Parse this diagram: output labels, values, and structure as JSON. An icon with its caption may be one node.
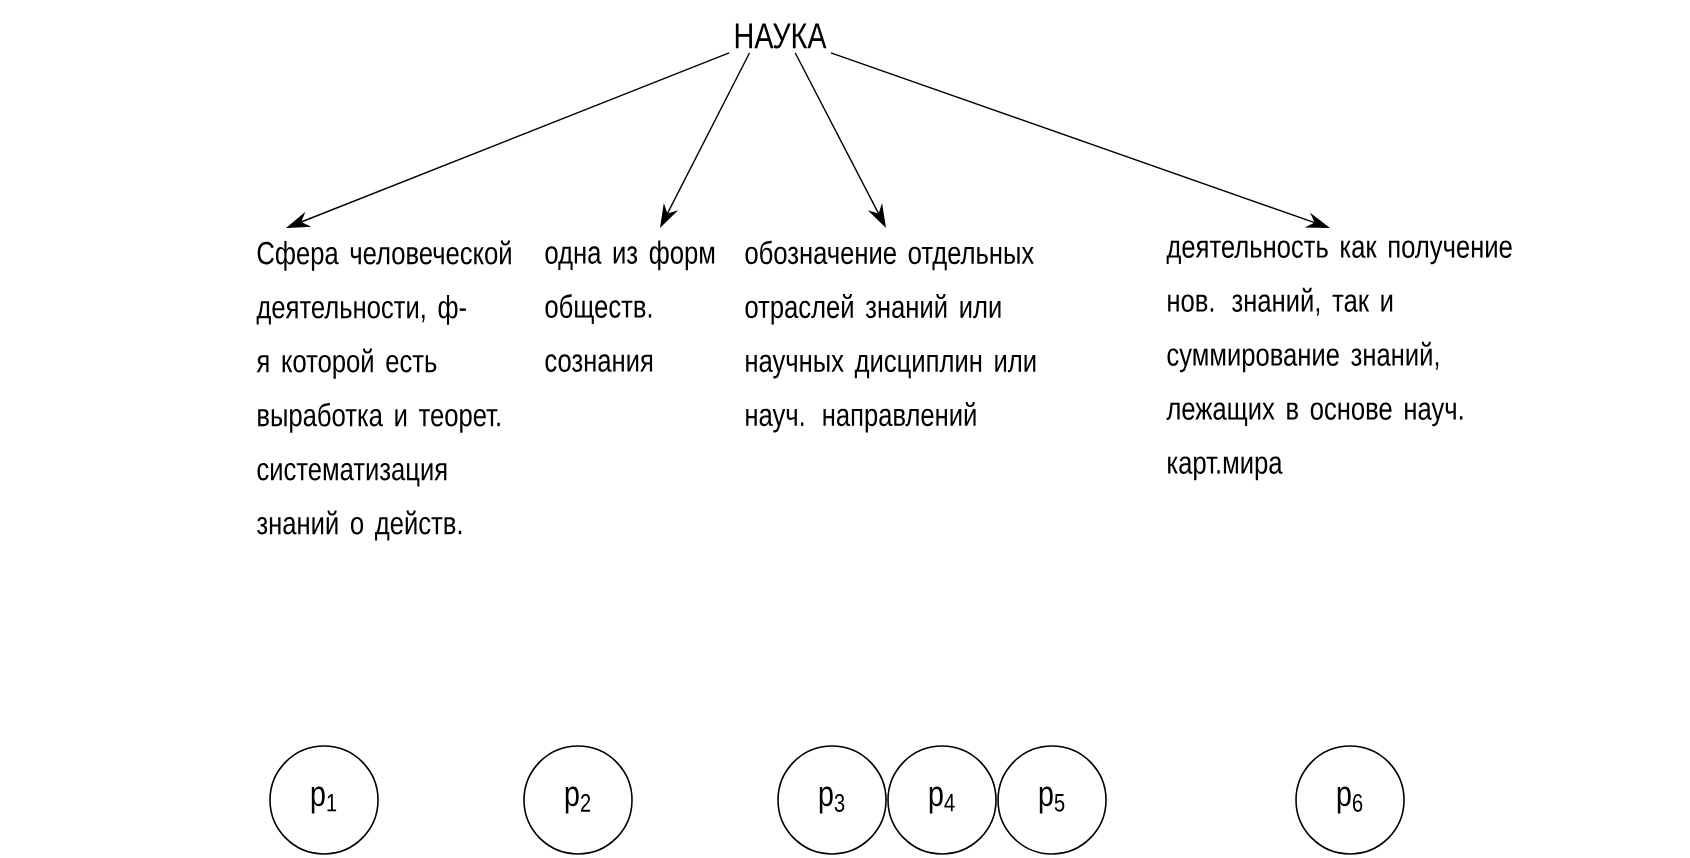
{
  "diagram": {
    "nodes": [
      {
        "text": [
          "НАУКА"
        ]
      },
      {
        "text": [
          "Сфера человеческой деятельности, ф-я которой есть выработка и теорет. систематизация знаний о действ."
        ]
      },
      {
        "text": [
          "одна из форм обществ. сознания"
        ]
      },
      {
        "text": [
          "обозначение отдельных отраслей знаний или научных дисциплин или науч. направлений"
        ]
      },
      {
        "text": [
          "деятельность как получение нов. знаний, так и суммирование знаний, лежащих в основе науч. карт.мира"
        ]
      },
      {
        "text": [
          "p$_{1}$"
        ]
      },
      {
        "text": [
          "p$_{2}$"
        ]
      },
      {
        "text": [
          "p$_{3}$"
        ]
      },
      {
        "text": [
          "p$_{4}$"
        ]
      },
      {
        "text": [
          "p$_{5}$"
        ]
      },
      {
        "text": [
          "p$_{6}$"
        ]
      }
    ],
    "edges": [
      {
        "from": 0,
        "to": 1,
        "arrow": "to"
      },
      {
        "from": 0,
        "to": 2,
        "arrow": "to"
      },
      {
        "from": 0,
        "to": 3,
        "arrow": "to"
      },
      {
        "from": 0,
        "to": 4,
        "arrow": "to"
      }
    ]
  }
}
